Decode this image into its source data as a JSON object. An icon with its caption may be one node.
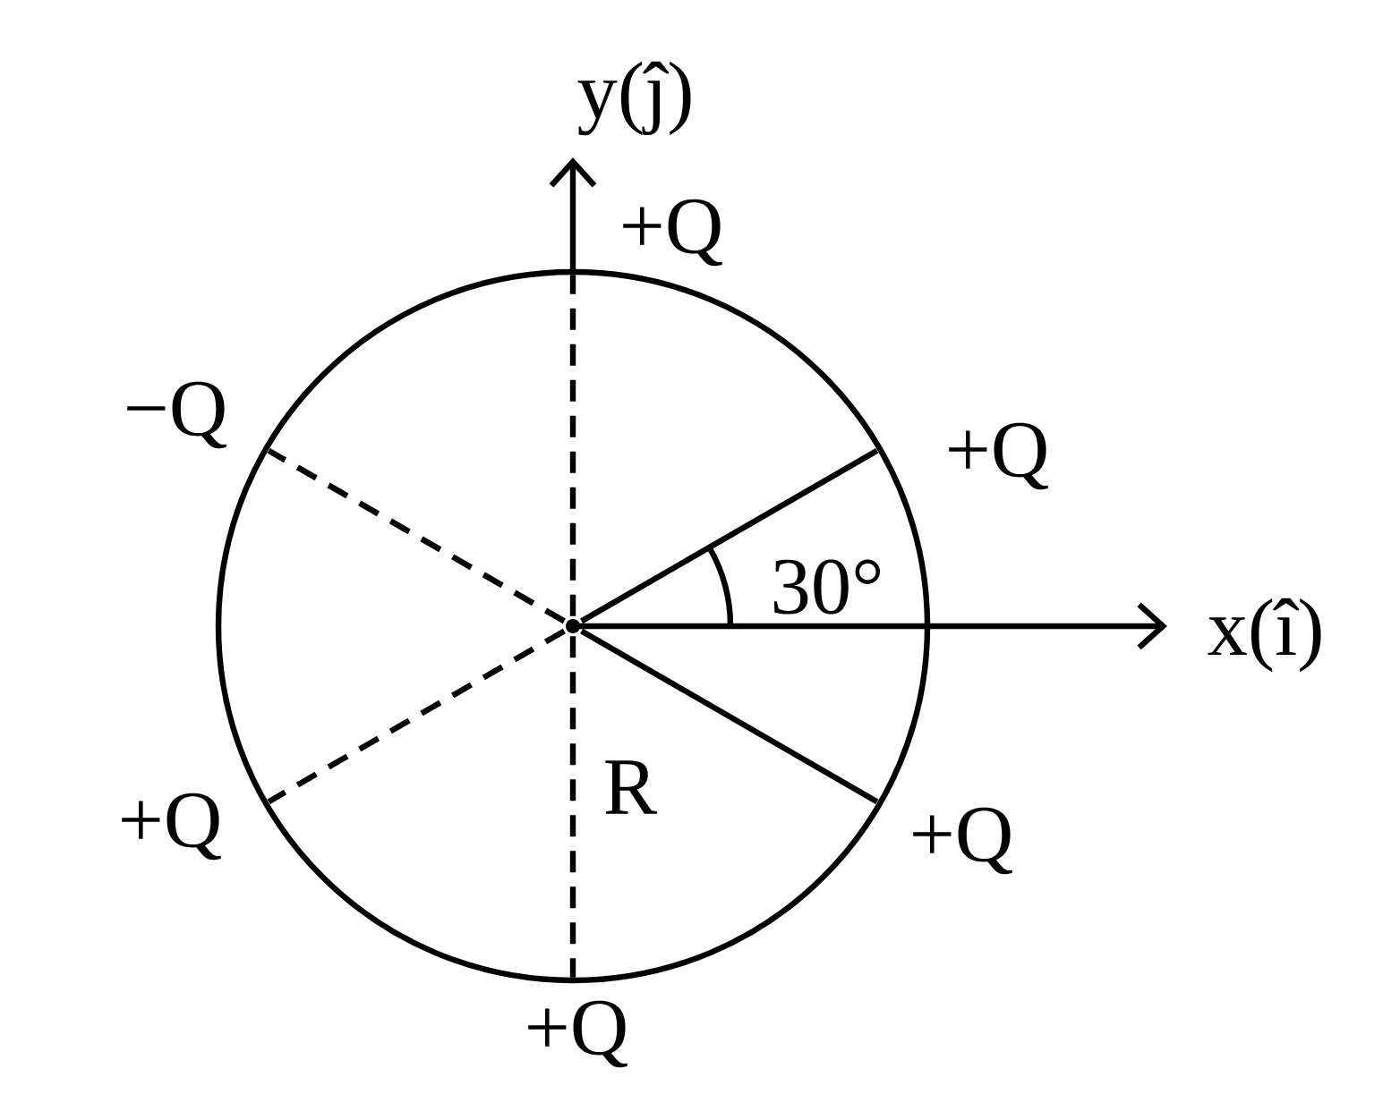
{
  "diagram": {
    "nodes": [
      {
        "text": [],
        "shape": "circle"
      },
      {
        "text": [],
        "shape": "point",
        "beside": [
          "+Q"
        ]
      },
      {
        "text": [],
        "shape": "point",
        "beside": [
          "−Q"
        ]
      },
      {
        "text": [],
        "shape": "point",
        "beside": [
          "+Q"
        ]
      },
      {
        "text": [],
        "shape": "point",
        "beside": [
          "+Q"
        ]
      },
      {
        "text": [],
        "shape": "point",
        "beside": [
          "+Q"
        ]
      },
      {
        "text": [],
        "shape": "point",
        "beside": [
          "+Q"
        ]
      }
    ],
    "edges": [
      {
        "from": 0,
        "to": 1,
        "arrow": "none",
        "style": "dashed"
      },
      {
        "from": 0,
        "to": 2,
        "arrow": "none",
        "style": "dashed"
      },
      {
        "from": 0,
        "to": 3,
        "arrow": "none"
      },
      {
        "from": 0,
        "to": 4,
        "arrow": "none",
        "style": "dashed"
      },
      {
        "from": 0,
        "to": 5,
        "arrow": "none"
      },
      {
        "from": 0,
        "to": 6,
        "arrow": "none",
        "style": "dashed"
      }
    ],
    "labels": [
      "y(ĵ)",
      "x(î)",
      "30°",
      "R"
    ]
  }
}
